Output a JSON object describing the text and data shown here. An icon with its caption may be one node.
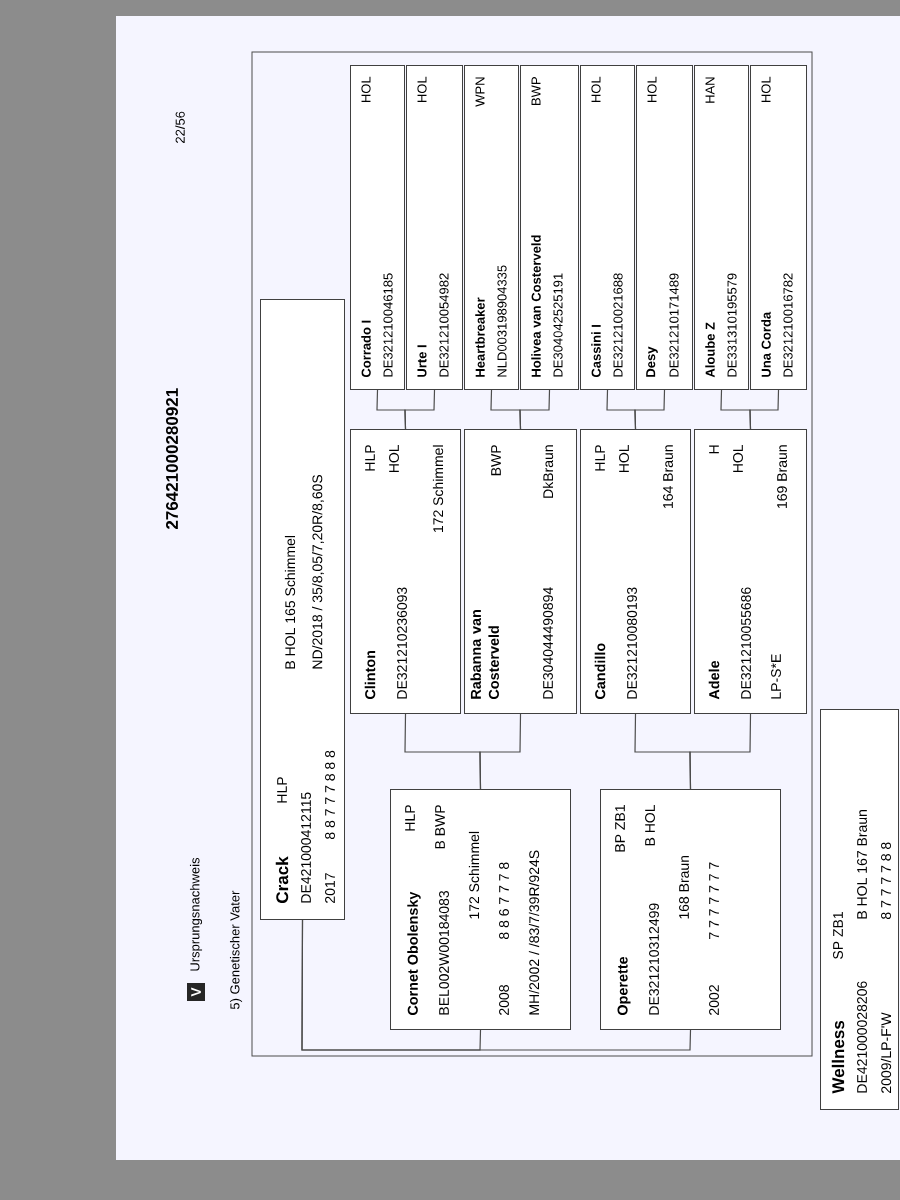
{
  "diagram": {
    "nodes": [
      {
        "text": [
          "Crack",
          "HLP",
          "DE421000412115",
          "2017",
          "8 8 7 7 7 8 8 8",
          "B HOL 165 Schimmel",
          "ND/2018 / 35/8,05/7,20R/8,60S"
        ]
      },
      {
        "text": [
          "Cornet Obolensky",
          "HLP",
          "BEL002W00184083",
          "B BWP",
          "172 Schimmel",
          "2008",
          "8 8 6 7 7 7 8",
          "MH/2002 / /83/7/39R/924S"
        ]
      },
      {
        "text": [
          "Operette",
          "BP ZB1",
          "DE321210312499",
          "B HOL",
          "168 Braun",
          "2002",
          "7 7 7 7 7 7 7"
        ]
      },
      {
        "text": [
          "Clinton",
          "HLP",
          "DE321210236093",
          "HOL",
          "172 Schimmel"
        ]
      },
      {
        "text": [
          "Rabanna van Costerveld",
          "DE304044490894",
          "BWP",
          "DkBraun"
        ]
      },
      {
        "text": [
          "Candillo",
          "DE321210080193",
          "HLP",
          "HOL",
          "164 Braun"
        ]
      },
      {
        "text": [
          "Adele",
          "DE321210055686",
          "LP-S*E",
          "H",
          "HOL",
          "169 Braun"
        ]
      },
      {
        "text": [
          "Corrado I",
          "DE321210046185",
          "HOL"
        ]
      },
      {
        "text": [
          "Urte I",
          "DE321210054982",
          "HOL"
        ]
      },
      {
        "text": [
          "Heartbreaker",
          "NLD003198904335",
          "WPN"
        ]
      },
      {
        "text": [
          "Holivea van Costerveld",
          "DE304042525191",
          "BWP"
        ]
      },
      {
        "text": [
          "Cassini I",
          "DE321210021688",
          "HOL"
        ]
      },
      {
        "text": [
          "Desy",
          "DE321210171489",
          "HOL"
        ]
      },
      {
        "text": [
          "Aloube Z",
          "DE331310195579",
          "HAN"
        ]
      },
      {
        "text": [
          "Una Corda",
          "DE321210016782",
          "HOL"
        ]
      },
      {
        "text": [
          "Wellness",
          "SP ZB1",
          "DE421000028206",
          "B HOL 167 Braun",
          "2009/LP-F'W",
          "8 7 7 7 7 8 8"
        ]
      }
    ],
    "edges": [
      {
        "from": 1,
        "to": 0,
        "arrow": "none"
      },
      {
        "from": 2,
        "to": 0,
        "arrow": "none"
      },
      {
        "from": 3,
        "to": 1,
        "arrow": "none"
      },
      {
        "from": 4,
        "to": 1,
        "arrow": "none"
      },
      {
        "from": 5,
        "to": 2,
        "arrow": "none"
      },
      {
        "from": 6,
        "to": 2,
        "arrow": "none"
      },
      {
        "from": 7,
        "to": 3,
        "arrow": "none"
      },
      {
        "from": 8,
        "to": 3,
        "arrow": "none"
      },
      {
        "from": 9,
        "to": 4,
        "arrow": "none"
      },
      {
        "from": 10,
        "to": 4,
        "arrow": "none"
      },
      {
        "from": 11,
        "to": 5,
        "arrow": "none"
      },
      {
        "from": 12,
        "to": 5,
        "arrow": "none"
      },
      {
        "from": 13,
        "to": 6,
        "arrow": "none"
      },
      {
        "from": 14,
        "to": 6,
        "arrow": "none"
      }
    ],
    "labels": [
      "V",
      "Ursprungsnachweis",
      "5) Genetischer Vater",
      "276421000280921",
      "22/56"
    ]
  }
}
